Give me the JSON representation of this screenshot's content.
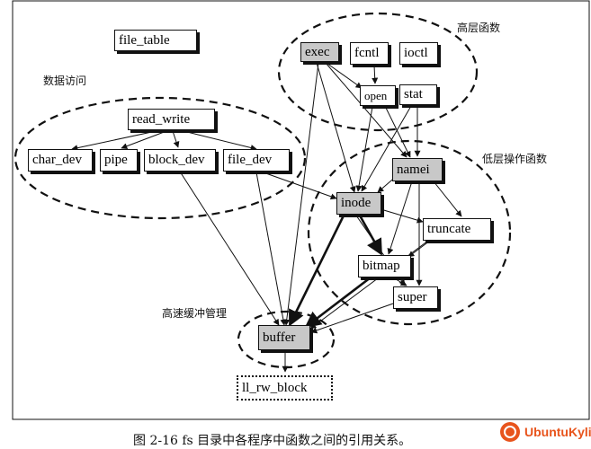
{
  "diagram": {
    "nodes": {
      "file_table": "file_table",
      "exec": "exec",
      "fcntl": "fcntl",
      "ioctl": "ioctl",
      "open": "open",
      "stat": "stat",
      "read_write": "read_write",
      "char_dev": "char_dev",
      "pipe": "pipe",
      "block_dev": "block_dev",
      "file_dev": "file_dev",
      "namei": "namei",
      "inode": "inode",
      "truncate": "truncate",
      "bitmap": "bitmap",
      "super": "super",
      "buffer": "buffer",
      "ll_rw_block": "ll_rw_block"
    },
    "regions": {
      "high_level": "高层函数",
      "data_access": "数据访问",
      "low_level": "低层操作函数",
      "buffer_mgmt": "高速缓冲管理"
    },
    "caption": "图 2-16 fs 目录中各程序中函数之间的引用关系。"
  },
  "watermark": {
    "brand": "UbuntuKylin",
    "color": "#e8541c"
  }
}
